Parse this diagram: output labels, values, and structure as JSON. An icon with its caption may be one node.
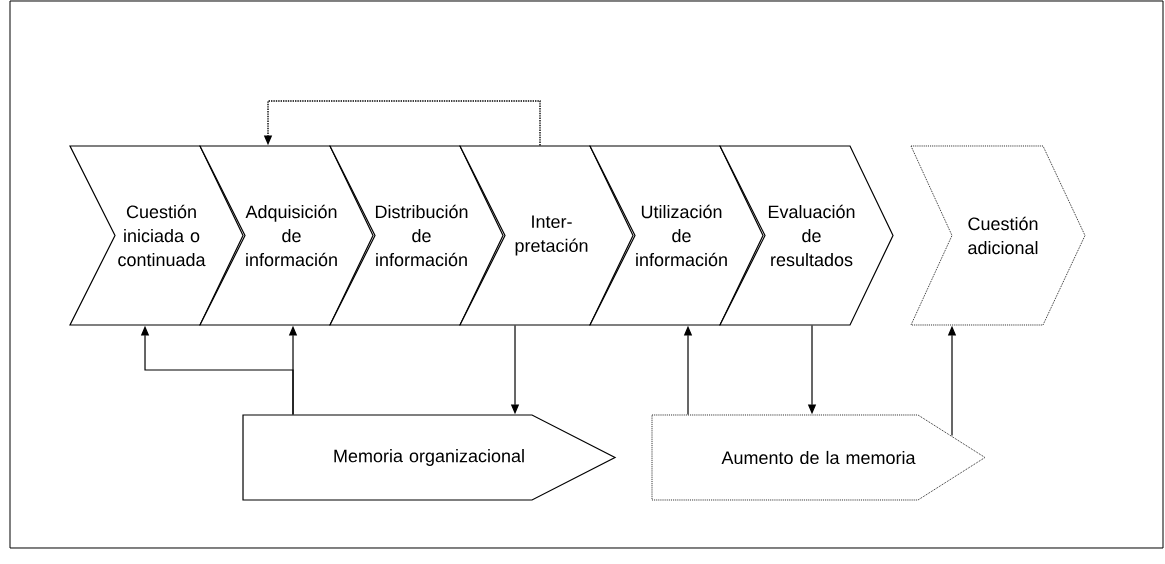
{
  "diagram": {
    "nodes": [
      {
        "text": [
          "Cuestión iniciada o continuada"
        ]
      },
      {
        "text": [
          "Adquisición de información"
        ]
      },
      {
        "text": [
          "Distribución de información"
        ]
      },
      {
        "text": [
          "Inter- pretación"
        ]
      },
      {
        "text": [
          "Utilización de información"
        ]
      },
      {
        "text": [
          "Evaluación de resultados"
        ]
      },
      {
        "text": [
          "Cuestión adicional"
        ]
      },
      {
        "text": [
          "Memoria organizacional"
        ]
      },
      {
        "text": [
          "Aumento de la memoria"
        ]
      }
    ],
    "edges": [
      {
        "from": 3,
        "to": 1,
        "arrow": "to",
        "style": "dashed"
      },
      {
        "from": 7,
        "to": 0,
        "arrow": "to"
      },
      {
        "from": 7,
        "to": 1,
        "arrow": "to"
      },
      {
        "from": 3,
        "to": 7,
        "arrow": "to"
      },
      {
        "from": 8,
        "to": 4,
        "arrow": "to"
      },
      {
        "from": 5,
        "to": 8,
        "arrow": "to"
      },
      {
        "from": 8,
        "to": 6,
        "arrow": "to"
      }
    ]
  }
}
